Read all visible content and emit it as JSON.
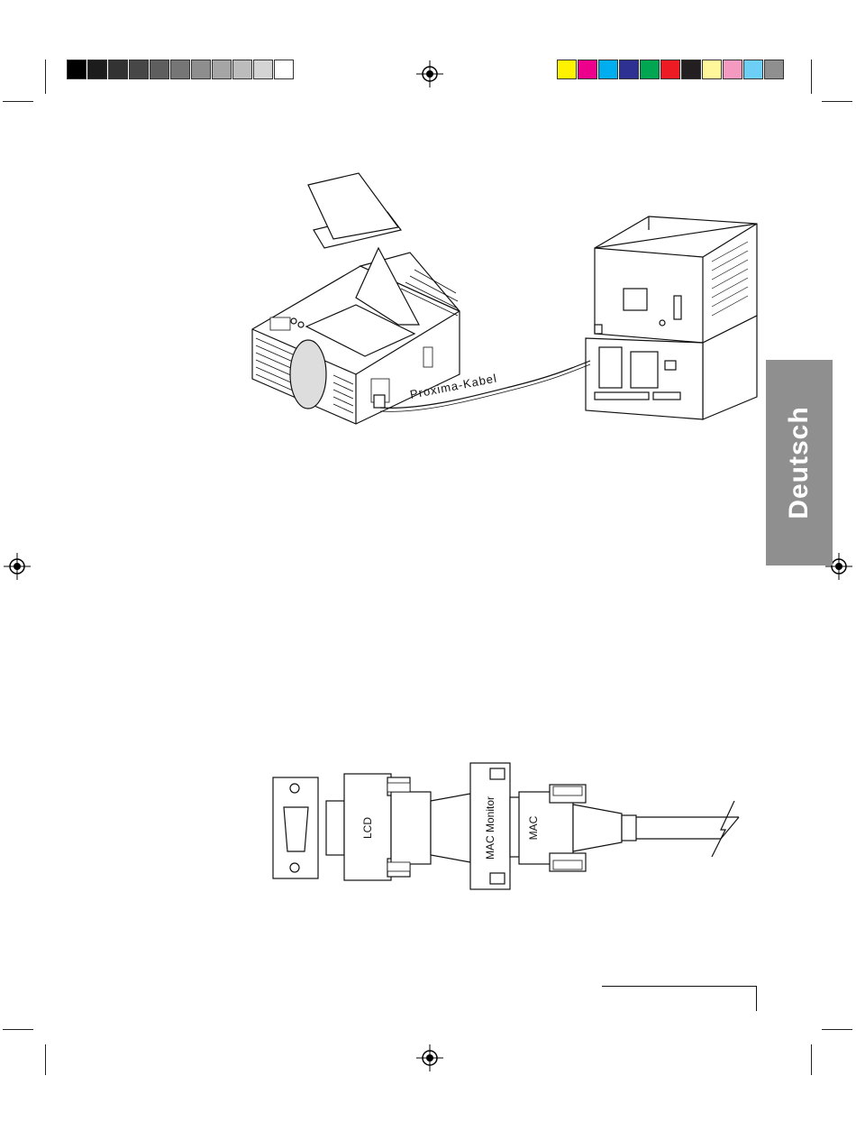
{
  "side_tab": {
    "label": "Deutsch"
  },
  "figure1": {
    "cable_label": "Proxima-Kabel"
  },
  "figure2": {
    "adapter_labels": {
      "lcd": "LCD",
      "mac_monitor": "MAC Monitor",
      "mac": "MAC"
    }
  },
  "color_bar": {
    "grays": [
      "#000000",
      "#1c1c1c",
      "#333333",
      "#474747",
      "#5e5e5e",
      "#767676",
      "#8e8e8e",
      "#a5a5a5",
      "#bcbcbc",
      "#d4d4d4",
      "#ffffff"
    ],
    "colors": [
      "#fff200",
      "#ec008c",
      "#00aeef",
      "#2e3192",
      "#00a651",
      "#ed1c24",
      "#231f20",
      "#fff799",
      "#f49ac1",
      "#6dcff6",
      "#8f8f8f"
    ]
  },
  "icons": [
    "registration-mark-icon"
  ]
}
